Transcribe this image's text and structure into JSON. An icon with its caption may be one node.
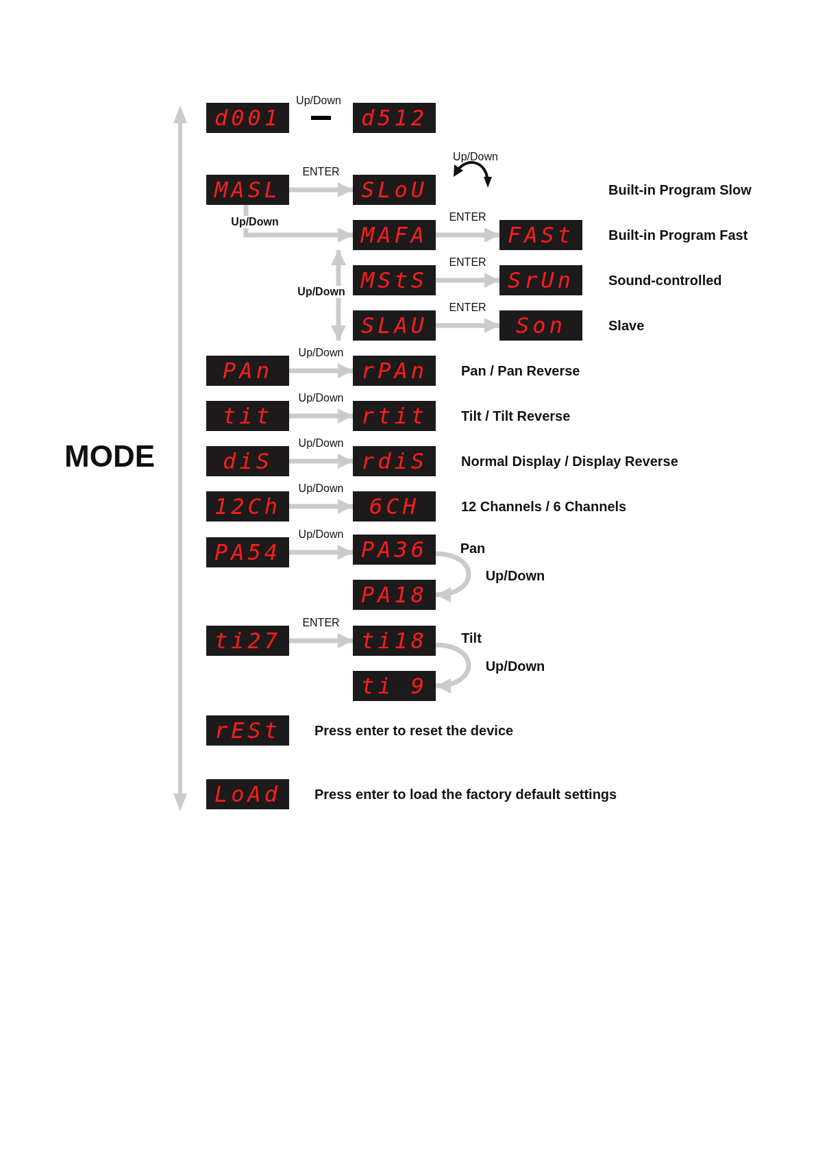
{
  "diagram": {
    "nodes": [
      {
        "text": [
          "d001"
        ]
      },
      {
        "text": [
          "d512"
        ]
      },
      {
        "text": [
          "MASL"
        ]
      },
      {
        "text": [
          "SLoU"
        ]
      },
      {
        "text": [
          "MAFA"
        ]
      },
      {
        "text": [
          "FASt"
        ],
        "beside": [
          "Built-in Program Fast"
        ]
      },
      {
        "text": [
          "MStS"
        ]
      },
      {
        "text": [
          "SrUn"
        ],
        "beside": [
          "Sound-controlled"
        ]
      },
      {
        "text": [
          "SLAU"
        ]
      },
      {
        "text": [
          "Son"
        ],
        "beside": [
          "Slave"
        ]
      },
      {
        "text": [
          "PAn"
        ]
      },
      {
        "text": [
          "rPAn"
        ],
        "beside": [
          "Pan / Pan Reverse"
        ]
      },
      {
        "text": [
          "tit"
        ]
      },
      {
        "text": [
          "rtit"
        ],
        "beside": [
          "Tilt / Tilt Reverse"
        ]
      },
      {
        "text": [
          "diS"
        ]
      },
      {
        "text": [
          "rdiS"
        ],
        "beside": [
          "Normal Display / Display Reverse"
        ]
      },
      {
        "text": [
          "12Ch"
        ]
      },
      {
        "text": [
          "6CH"
        ],
        "beside": [
          "12 Channels / 6 Channels"
        ]
      },
      {
        "text": [
          "PA54"
        ]
      },
      {
        "text": [
          "PA36"
        ]
      },
      {
        "text": [
          "PA18"
        ]
      },
      {
        "text": [
          "ti27"
        ]
      },
      {
        "text": [
          "ti18"
        ]
      },
      {
        "text": [
          "ti 9"
        ]
      },
      {
        "text": [
          "rESt"
        ],
        "beside": [
          "Press enter to reset the device"
        ]
      },
      {
        "text": [
          "LoAd"
        ],
        "beside": [
          "Press enter to load the factory default settings"
        ]
      }
    ],
    "edges": [
      {
        "from": 0,
        "to": 1,
        "arrow": "none",
        "label": "Up/Down",
        "color": "#000000"
      },
      {
        "from": 2,
        "to": 3,
        "arrow": "to",
        "label": "ENTER"
      },
      {
        "from": 2,
        "to": 4,
        "arrow": "to",
        "label": "Up/Down"
      },
      {
        "from": 4,
        "to": 5,
        "arrow": "to",
        "label": "ENTER"
      },
      {
        "from": 6,
        "to": 7,
        "arrow": "to",
        "label": "ENTER"
      },
      {
        "from": 8,
        "to": 9,
        "arrow": "to",
        "label": "ENTER"
      },
      {
        "from": 4,
        "to": 8,
        "arrow": "both",
        "label": "Up/Down"
      },
      {
        "from": 10,
        "to": 11,
        "arrow": "to",
        "label": "Up/Down"
      },
      {
        "from": 12,
        "to": 13,
        "arrow": "to",
        "label": "Up/Down"
      },
      {
        "from": 14,
        "to": 15,
        "arrow": "to",
        "label": "Up/Down"
      },
      {
        "from": 16,
        "to": 17,
        "arrow": "to",
        "label": "Up/Down"
      },
      {
        "from": 18,
        "to": 19,
        "arrow": "to",
        "label": "Up/Down"
      },
      {
        "from": 19,
        "to": 20,
        "arrow": "to",
        "label": "Up/Down"
      },
      {
        "from": 21,
        "to": 22,
        "arrow": "to",
        "label": "ENTER"
      },
      {
        "from": 22,
        "to": 23,
        "arrow": "to",
        "label": "Up/Down"
      }
    ],
    "labels": [
      "Up/Down",
      "Built-in Program Slow",
      "MODE",
      "Pan",
      "Tilt"
    ]
  }
}
